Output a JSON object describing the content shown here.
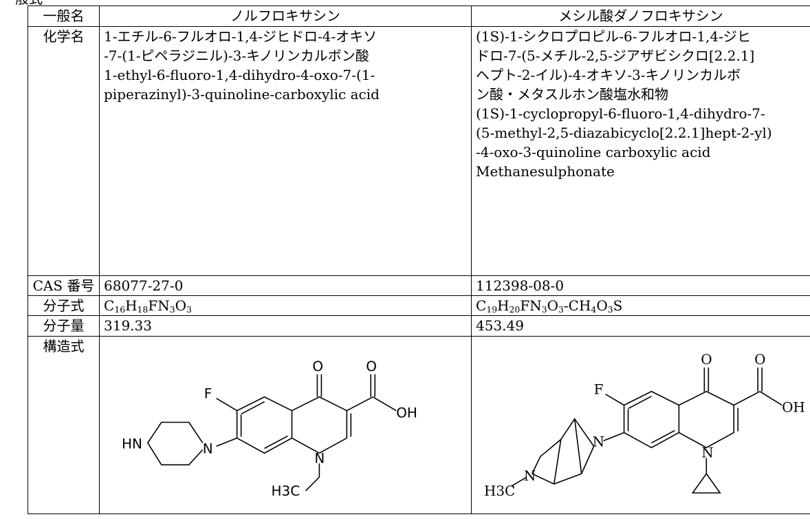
{
  "page_fragment": "一般式",
  "header": {
    "label": "一般名",
    "drug_a": "ノルフロキサシン",
    "drug_b": "メシル酸ダノフロキサシン"
  },
  "rows": {
    "chemical_name": {
      "label": "化学名",
      "drug_a_lines": [
        "1-エチル-6-フルオロ-1,4-ジヒドロ-4-オキソ",
        "-7-(1-ピペラジニル)-3-キノリンカルボン酸",
        "1-ethyl-6-fluoro-1,4-dihydro-4-oxo-7-(1-",
        "piperazinyl)-3-quinoline-carboxylic acid"
      ],
      "drug_b_lines": [
        "(1S)-1-シクロプロピル-6-フルオロ-1,4-ジヒ",
        "ドロ-7-(5-メチル-2,5-ジアザビシクロ[2.2.1]",
        "ヘプト-2-イル)-4-オキソ-3-キノリンカルボ",
        "ン酸・メタスルホン酸塩水和物",
        "(1S)-1-cyclopropyl-6-fluoro-1,4-dihydro-7-",
        "(5-methyl-2,5-diazabicyclo[2.2.1]hept-2-yl)",
        "-4-oxo-3-quinoline carboxylic acid",
        "Methanesulphonate"
      ]
    },
    "cas": {
      "label": "CAS 番号",
      "drug_a": "68077-27-0",
      "drug_b": "112398-08-0"
    },
    "formula": {
      "label": "分子式",
      "drug_a": {
        "c": "16",
        "h": "18",
        "n": "3",
        "o": "3"
      },
      "drug_b": {
        "c": "19",
        "h": "20",
        "n": "3",
        "o": "3",
        "c2": "",
        "h2": "4",
        "o2": "3"
      }
    },
    "mw": {
      "label": "分子量",
      "drug_a": "319.33",
      "drug_b": "453.49"
    },
    "structure": {
      "label": "構造式",
      "drug_a_atoms": {
        "o1": "O",
        "o2": "O",
        "oh": "OH",
        "f": "F",
        "hn": "HN",
        "n1": "N",
        "n2": "N",
        "h3c": "H3C"
      },
      "drug_b_atoms": {
        "o1": "O",
        "o2": "O",
        "oh": "OH",
        "f": "F",
        "n1": "N",
        "n2": "N",
        "n3": "N",
        "h3c": "H3C"
      }
    }
  }
}
